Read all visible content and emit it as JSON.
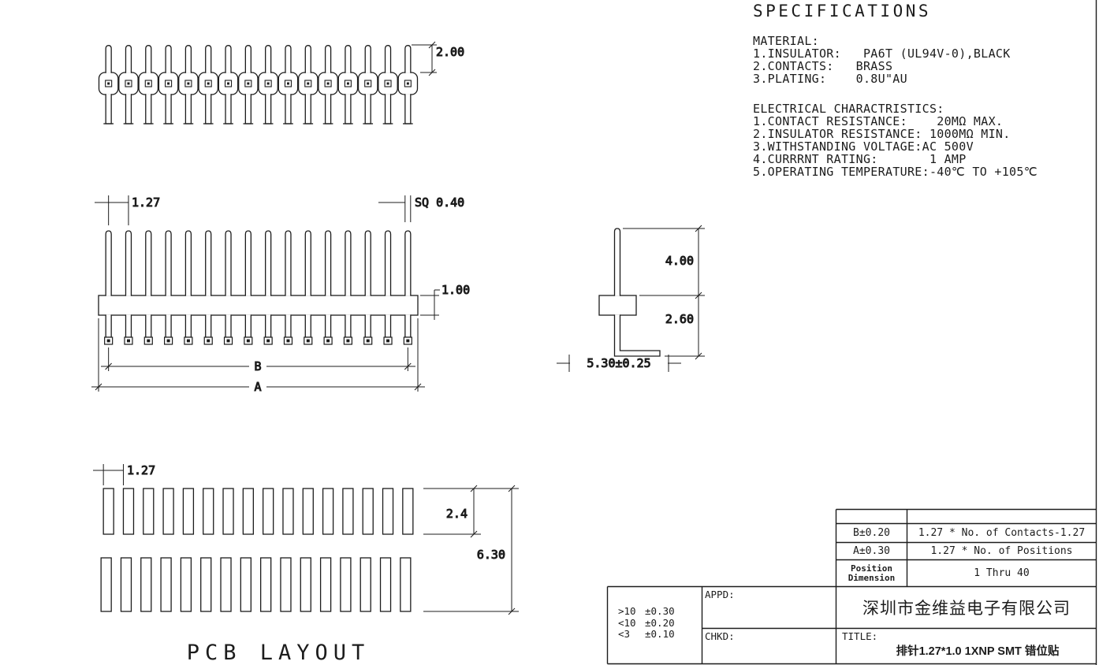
{
  "specs": {
    "heading": "SPECIFICATIONS",
    "material_title": "MATERIAL:",
    "material": [
      "1.INSULATOR:   PA6T (UL94V-0),BLACK",
      "2.CONTACTS:   BRASS",
      "3.PLATING:    0.8U\"AU"
    ],
    "electrical_title": "ELECTRICAL CHARACTRISTICS:",
    "electrical": [
      "1.CONTACT RESISTANCE:    20MΩ MAX.",
      "2.INSULATOR RESISTANCE: 1000MΩ MIN.",
      "3.WITHSTANDING VOLTAGE:AC 500V",
      "4.CURRRNT RATING:       1 AMP",
      "5.OPERATING TEMPERATURE:-40℃ TO +105℃"
    ]
  },
  "dims": {
    "pin_length": "2.00",
    "pitch": "1.27",
    "pin_square": "SQ 0.40",
    "body_height": "1.00",
    "dim_b": "B",
    "dim_a": "A",
    "mate_length": "4.00",
    "tail_length": "2.60",
    "overall_width": "5.30±0.25",
    "pcb_pitch": "1.27",
    "pad_height": "2.4",
    "pad_span": "6.30",
    "pcb_label": "PCB LAYOUT"
  },
  "title_block": {
    "spec_rows": [
      {
        "label": "B±0.20",
        "value": "1.27 * No. of Contacts-1.27"
      },
      {
        "label": "A±0.30",
        "value": "1.27 * No. of Positions"
      },
      {
        "label": "Position Dimension",
        "value": "1 Thru 40"
      }
    ],
    "tolerances": [
      {
        "range": ">10",
        "tol": "±0.30"
      },
      {
        "range": "<10",
        "tol": "±0.20"
      },
      {
        "range": "<3",
        "tol": "±0.10"
      }
    ],
    "appd": "APPD:",
    "chkd": "CHKD:",
    "company": "深圳市金维益电子有限公司",
    "title_label": "TITLE:",
    "title_text": "排针1.27*1.0 1XNP SMT 错位贴"
  }
}
